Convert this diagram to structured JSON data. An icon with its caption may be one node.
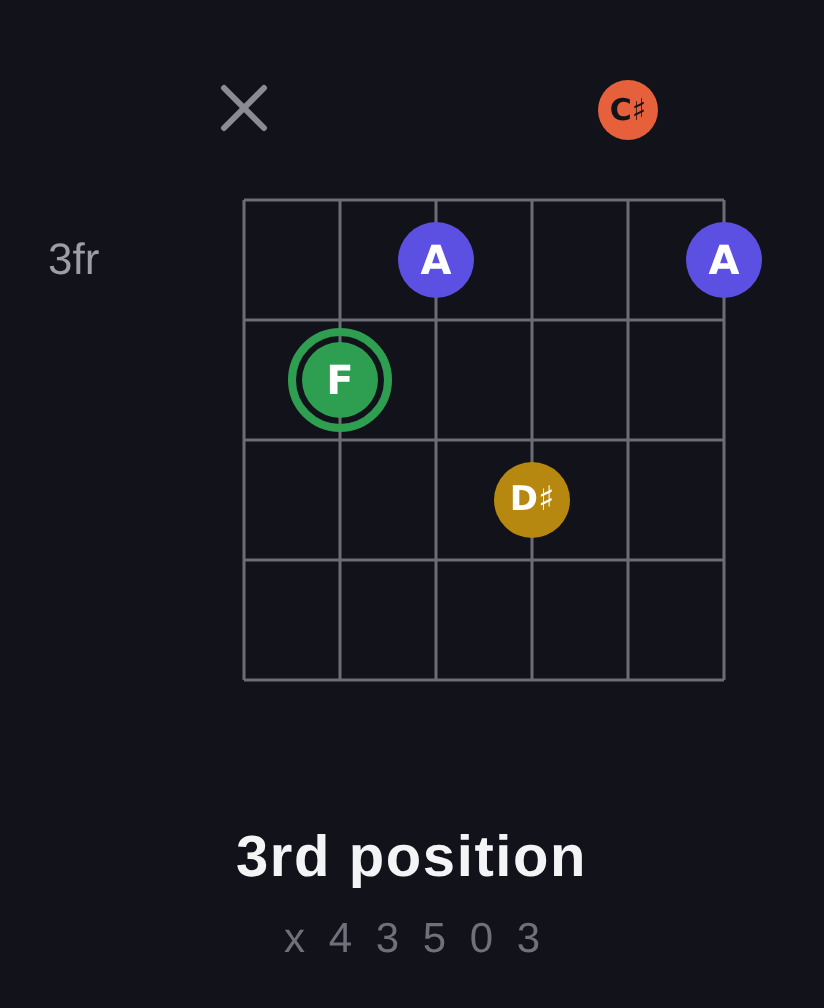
{
  "diagram": {
    "title": "3rd position",
    "nodes": [
      {
        "text": [
          "C♯"
        ]
      },
      {
        "text": [
          "A"
        ]
      },
      {
        "text": [
          "A"
        ]
      },
      {
        "text": [
          "F"
        ]
      },
      {
        "text": [
          "D♯"
        ]
      }
    ],
    "labels": [
      "3fr",
      "x 4 3 5 0 3"
    ]
  }
}
